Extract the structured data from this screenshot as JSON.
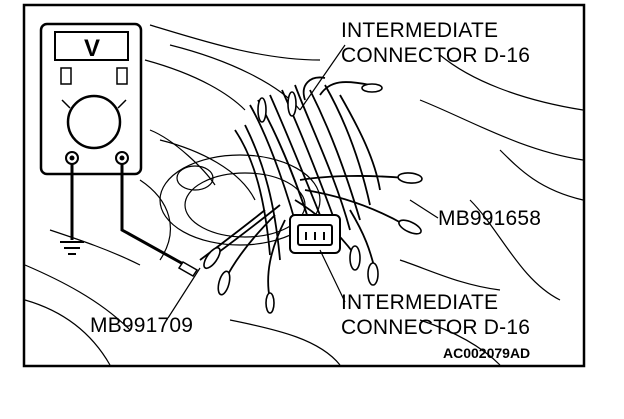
{
  "diagram": {
    "meter_unit": "V",
    "labels": {
      "intermediate_connector_top_line1": "INTERMEDIATE",
      "intermediate_connector_top_line2": "CONNECTOR D-16",
      "mb991658": "MB991658",
      "mb991709": "MB991709",
      "intermediate_connector_bottom_line1": "INTERMEDIATE",
      "intermediate_connector_bottom_line2": "CONNECTOR D-16"
    },
    "figure_code": "AC002079AD",
    "colors": {
      "line": "#000000",
      "background": "#ffffff"
    }
  }
}
